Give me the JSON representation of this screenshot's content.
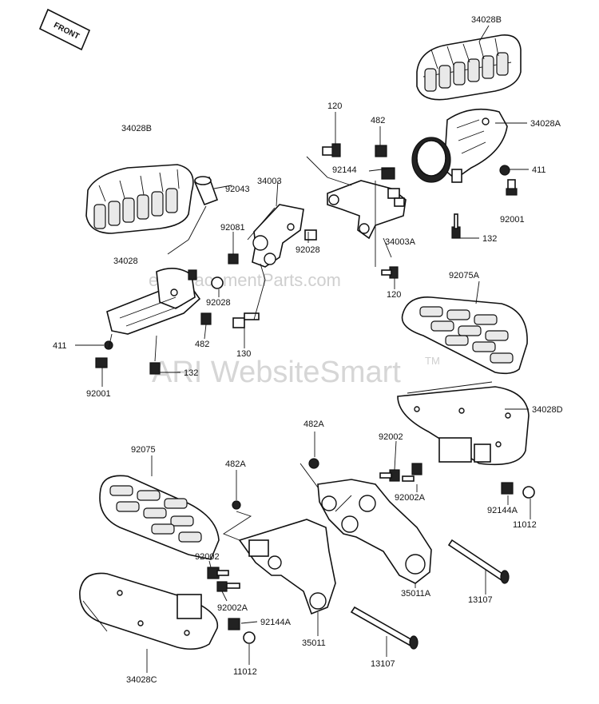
{
  "front_marker": "FRONT",
  "watermarks": {
    "site": "eReplacementParts.com",
    "brand": "ARI WebsiteSmart",
    "tm": "TM"
  },
  "labels": {
    "p34028B_top": "34028B",
    "p34028A": "34028A",
    "p411_right": "411",
    "p92001_right": "92001",
    "p132_right": "132",
    "p120_top": "120",
    "p482_top": "482",
    "p92144": "92144",
    "p34003": "34003",
    "p34003A": "34003A",
    "p120_mid": "120",
    "p34028B_left": "34028B",
    "p92043": "92043",
    "p92081": "92081",
    "p92028_right": "92028",
    "p34028": "34028",
    "p92028_left": "92028",
    "p482_left": "482",
    "p130": "130",
    "p411_left": "411",
    "p132_left": "132",
    "p92001_left": "92001",
    "p92075A": "92075A",
    "p34028D": "34028D",
    "p482A_right": "482A",
    "p92002_right": "92002",
    "p92002A_right": "92002A",
    "p92144A_right": "92144A",
    "p11012_right": "11012",
    "p35011A": "35011A",
    "p13107_right": "13107",
    "p92075": "92075",
    "p482A_left": "482A",
    "p92002_left": "92002",
    "p92002A_left": "92002A",
    "p92144A_left": "92144A",
    "p11012_left": "11012",
    "p35011": "35011",
    "p13107_left": "13107",
    "p34028C": "34028C"
  }
}
